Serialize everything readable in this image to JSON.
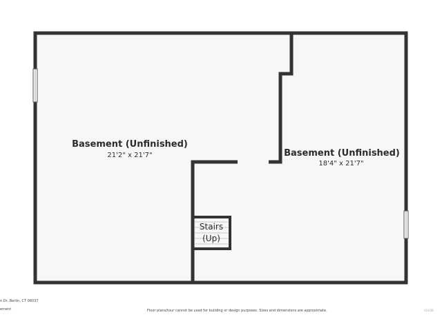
{
  "rooms": [
    {
      "name": "Basement (Unfinished)",
      "dimensions": "21'2\" x 21'7\""
    },
    {
      "name": "Basement (Unfinished)",
      "dimensions": "18'4\" x 21'7\""
    }
  ],
  "stairs": {
    "line1": "Stairs",
    "line2": "(Up)"
  },
  "footer": {
    "address": "n Dr, Berlin, CT 06037",
    "level": "ement",
    "disclaimer": "Floor plans/tour cannot be used for building or design purposes. Sizes and dimensions are approximate.",
    "corner": "iGUIDE"
  },
  "colors": {
    "wall": "#333333",
    "floor": "#f7f7f7",
    "window": "#ffffff"
  }
}
